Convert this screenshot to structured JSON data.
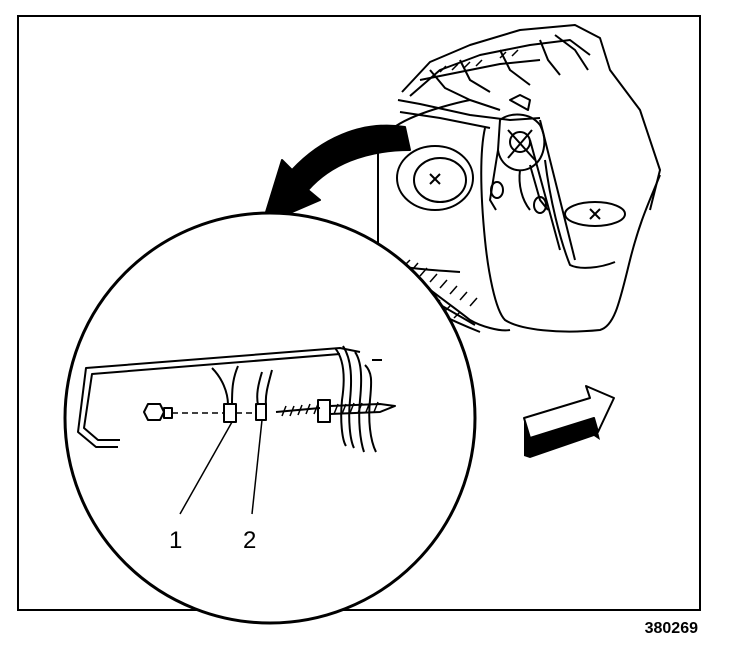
{
  "figure": {
    "id": "380269",
    "callouts": [
      {
        "number": "1"
      },
      {
        "number": "2"
      }
    ]
  }
}
